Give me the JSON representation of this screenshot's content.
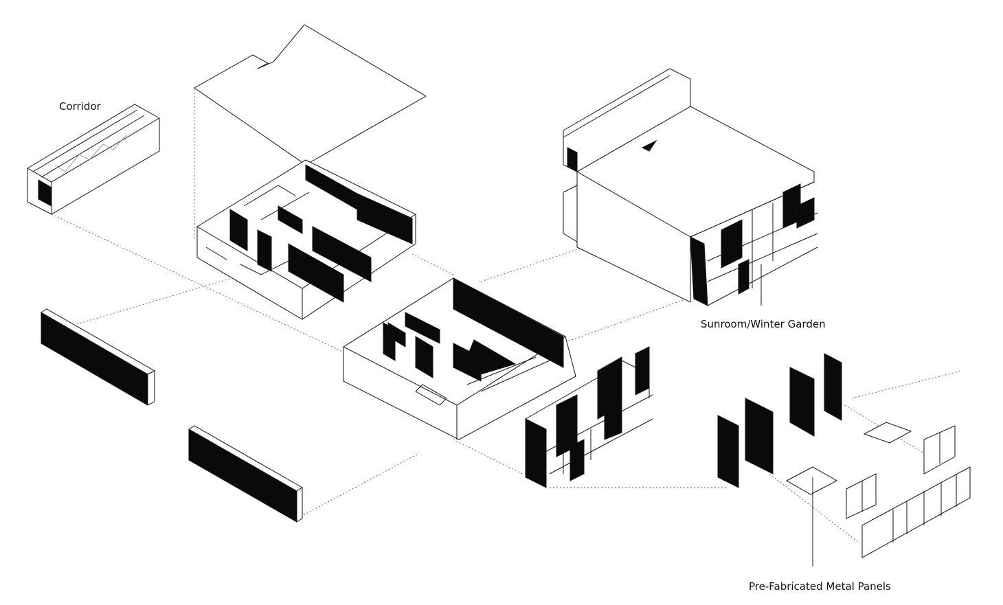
{
  "labels": {
    "corridor": "Corridor",
    "sunroom": "Sunroom/Winter Garden",
    "panels": "Pre-Fabricated Metal Panels"
  },
  "colors": {
    "background": "#ffffff",
    "line": "#111111",
    "fill_solid": "#0a0a0a",
    "dashed": "#555555"
  }
}
